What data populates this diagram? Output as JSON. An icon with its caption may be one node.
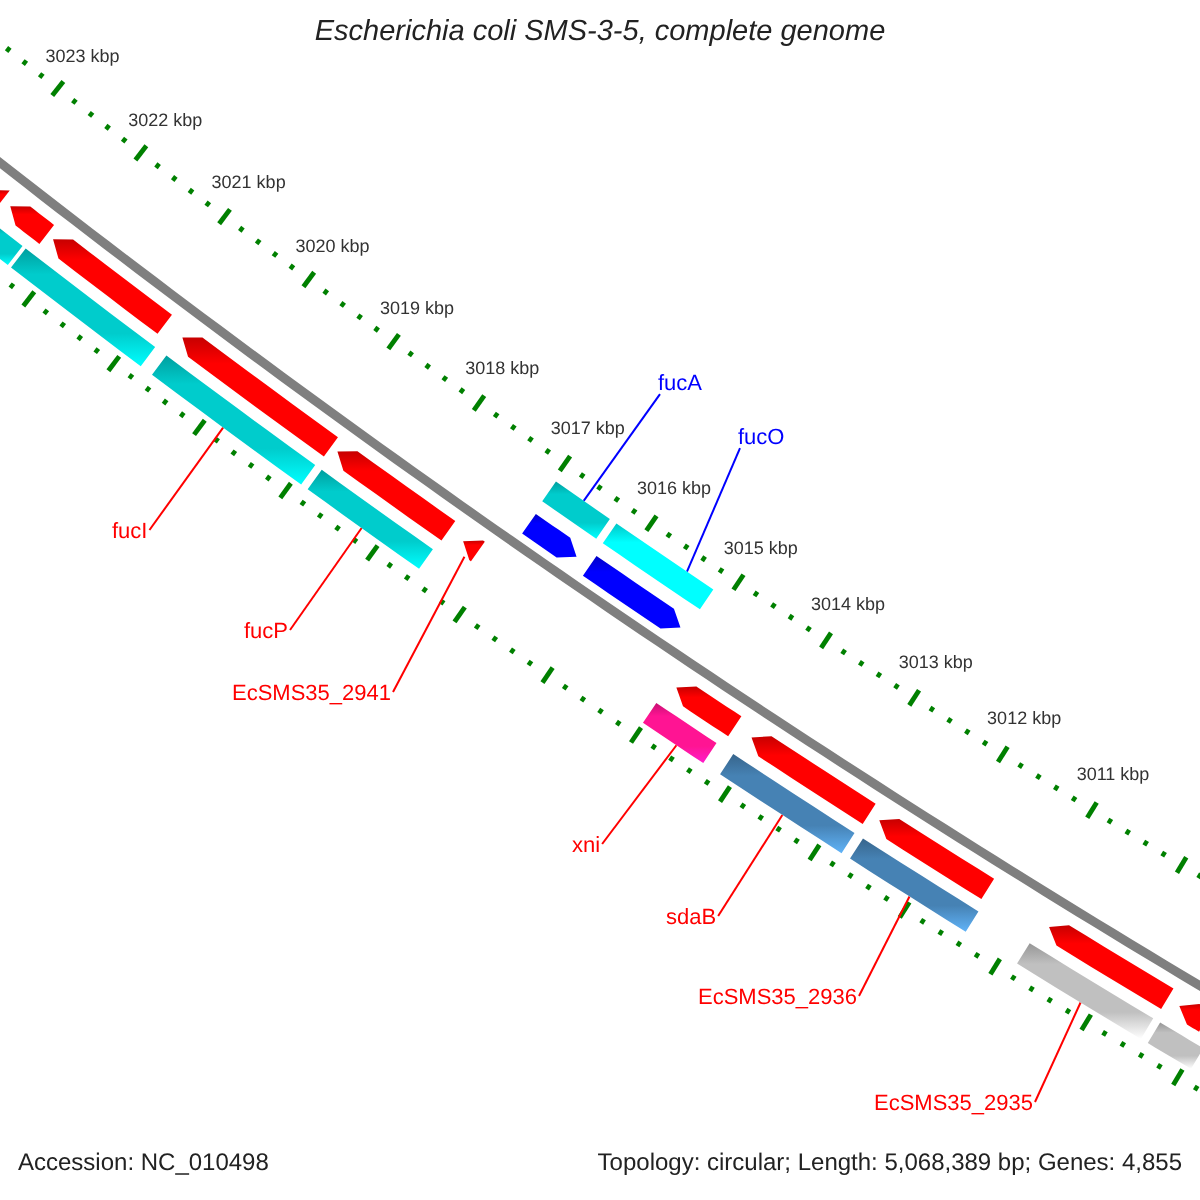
{
  "diagram": {
    "title": "Escherichia coli SMS-3-5, complete genome",
    "nodes": [
      {
        "text": [
          "fucA"
        ]
      },
      {
        "text": [
          "fucO"
        ]
      },
      {
        "text": [
          "fucI"
        ]
      },
      {
        "text": [
          "fucP"
        ]
      },
      {
        "text": [
          "EcSMS35_2941"
        ]
      },
      {
        "text": [
          "xni"
        ]
      },
      {
        "text": [
          "sdaB"
        ]
      },
      {
        "text": [
          "EcSMS35_2936"
        ]
      },
      {
        "text": [
          "EcSMS35_2935"
        ]
      },
      {
        "text": [],
        "shape": "pentagon"
      },
      {
        "text": [],
        "shape": "bar"
      },
      {
        "text": [],
        "shape": "pentagon"
      },
      {
        "text": [],
        "shape": "bar"
      },
      {
        "text": [],
        "shape": "pentagon"
      },
      {
        "text": [],
        "shape": "bar"
      },
      {
        "text": [],
        "shape": "pentagon"
      },
      {
        "text": [],
        "shape": "bar"
      },
      {
        "text": [],
        "shape": "pentagon"
      },
      {
        "text": [],
        "shape": "pentagon"
      },
      {
        "text": [],
        "shape": "bar"
      },
      {
        "text": [],
        "shape": "pentagon"
      },
      {
        "text": [],
        "shape": "bar"
      },
      {
        "text": [],
        "shape": "pentagon"
      },
      {
        "text": [],
        "shape": "bar"
      },
      {
        "text": [],
        "shape": "pentagon"
      },
      {
        "text": [],
        "shape": "bar"
      },
      {
        "text": [],
        "shape": "pentagon"
      },
      {
        "text": [],
        "shape": "bar"
      },
      {
        "text": [],
        "shape": "pentagon"
      },
      {
        "text": [],
        "shape": "bar"
      },
      {
        "text": [],
        "shape": "pentagon"
      },
      {
        "text": [],
        "shape": "bar"
      },
      {
        "text": [],
        "shape": "pentagon"
      }
    ],
    "edges": [
      {
        "from": 0,
        "to": 19,
        "arrow": "none",
        "color": "#0000ff"
      },
      {
        "from": 1,
        "to": 21,
        "arrow": "none",
        "color": "#0000ff"
      },
      {
        "from": 2,
        "to": 14,
        "arrow": "none"
      },
      {
        "from": 3,
        "to": 16,
        "arrow": "none"
      },
      {
        "from": 4,
        "to": 18,
        "arrow": "none"
      },
      {
        "from": 5,
        "to": 23,
        "arrow": "none"
      },
      {
        "from": 6,
        "to": 25,
        "arrow": "none"
      },
      {
        "from": 7,
        "to": 27,
        "arrow": "none"
      },
      {
        "from": 8,
        "to": 29,
        "arrow": "none"
      }
    ],
    "labels": [
      "3023 kbp",
      "3022 kbp",
      "3021 kbp",
      "3020 kbp",
      "3019 kbp",
      "3018 kbp",
      "3017 kbp",
      "3016 kbp",
      "3015 kbp",
      "3014 kbp",
      "3013 kbp",
      "3012 kbp",
      "3011 kbp",
      "Accession: NC_010498",
      "Topology: circular; Length: 5,068,389 bp; Genes: 4,855"
    ]
  }
}
